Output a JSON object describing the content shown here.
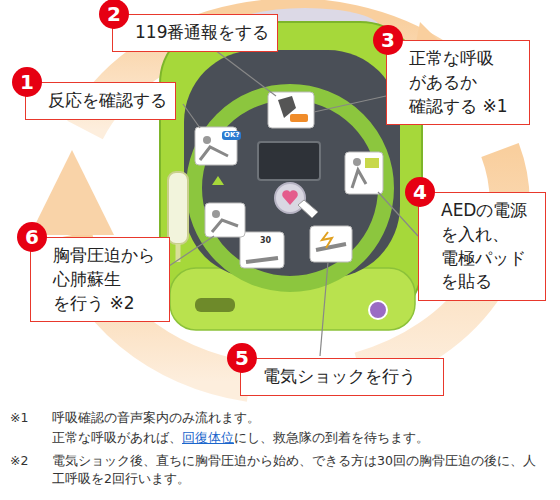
{
  "diagram": {
    "nodes": [
      {
        "text": [
          "反応を確認する"
        ]
      },
      {
        "text": [
          "1"
        ],
        "in": 0
      },
      {
        "text": [
          "119番通報をする"
        ]
      },
      {
        "text": [
          "2"
        ],
        "in": 2
      },
      {
        "text": [
          "正常な呼吸 があるか 確認する ※1"
        ]
      },
      {
        "text": [
          "3"
        ],
        "in": 4
      },
      {
        "text": [
          "AEDの電源 を入れ、 電極パッド を貼る"
        ]
      },
      {
        "text": [
          "4"
        ],
        "in": 6
      },
      {
        "text": [
          "電気ショックを行う"
        ]
      },
      {
        "text": [
          "5"
        ],
        "in": 8
      },
      {
        "text": [
          "胸骨圧迫から 心肺蘇生 を行う ※2"
        ]
      },
      {
        "text": [
          "6"
        ],
        "in": 10
      }
    ],
    "labels": [
      "OK?",
      "30",
      "※1",
      "呼吸確認の音声案内のみ流れます。",
      "正常な呼吸があれば、",
      "回復体位",
      "にし、救急隊の到着を待ちます。",
      "※2",
      "電気ショック後、直ちに胸骨圧迫から始め、できる方は30回の胸骨圧迫の後に、人工呼吸を2回行います。"
    ]
  }
}
